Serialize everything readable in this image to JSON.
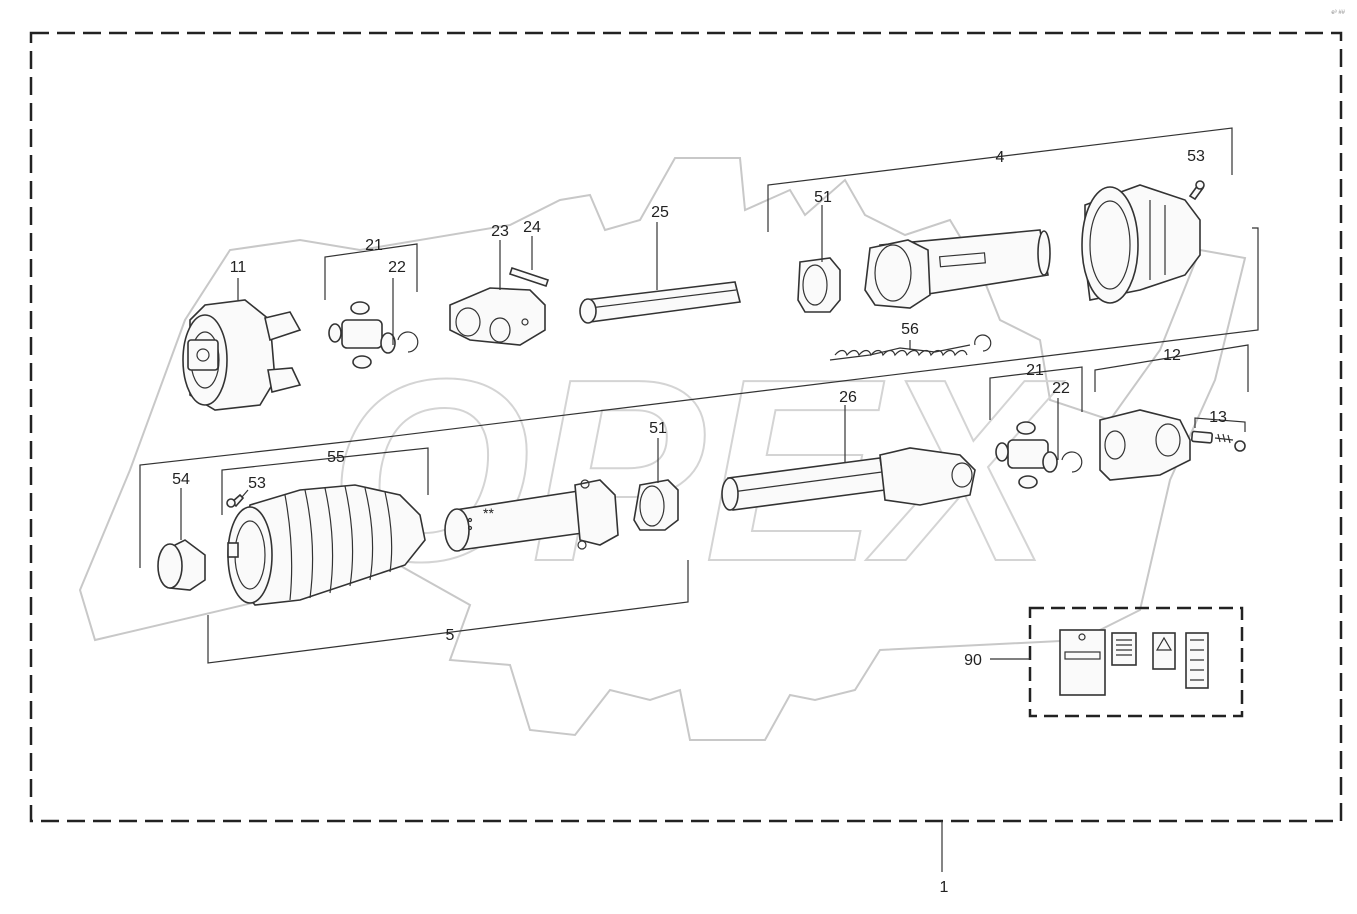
{
  "corner_text": "e³ ##",
  "callouts": {
    "c1": "1",
    "c4": "4",
    "c5": "5",
    "c11": "11",
    "c12": "12",
    "c13": "13",
    "c21a": "21",
    "c21b": "21",
    "c22a": "22",
    "c22b": "22",
    "c23": "23",
    "c24": "24",
    "c25": "25",
    "c26": "26",
    "c51a": "51",
    "c51b": "51",
    "c53a": "53",
    "c53b": "53",
    "c54": "54",
    "c55": "55",
    "c56": "56",
    "c90": "90"
  },
  "tube_mark": "**",
  "watermark": "OPEX",
  "colors": {
    "line": "#333333",
    "watermark": "#c8c8c8",
    "background": "#ffffff"
  }
}
